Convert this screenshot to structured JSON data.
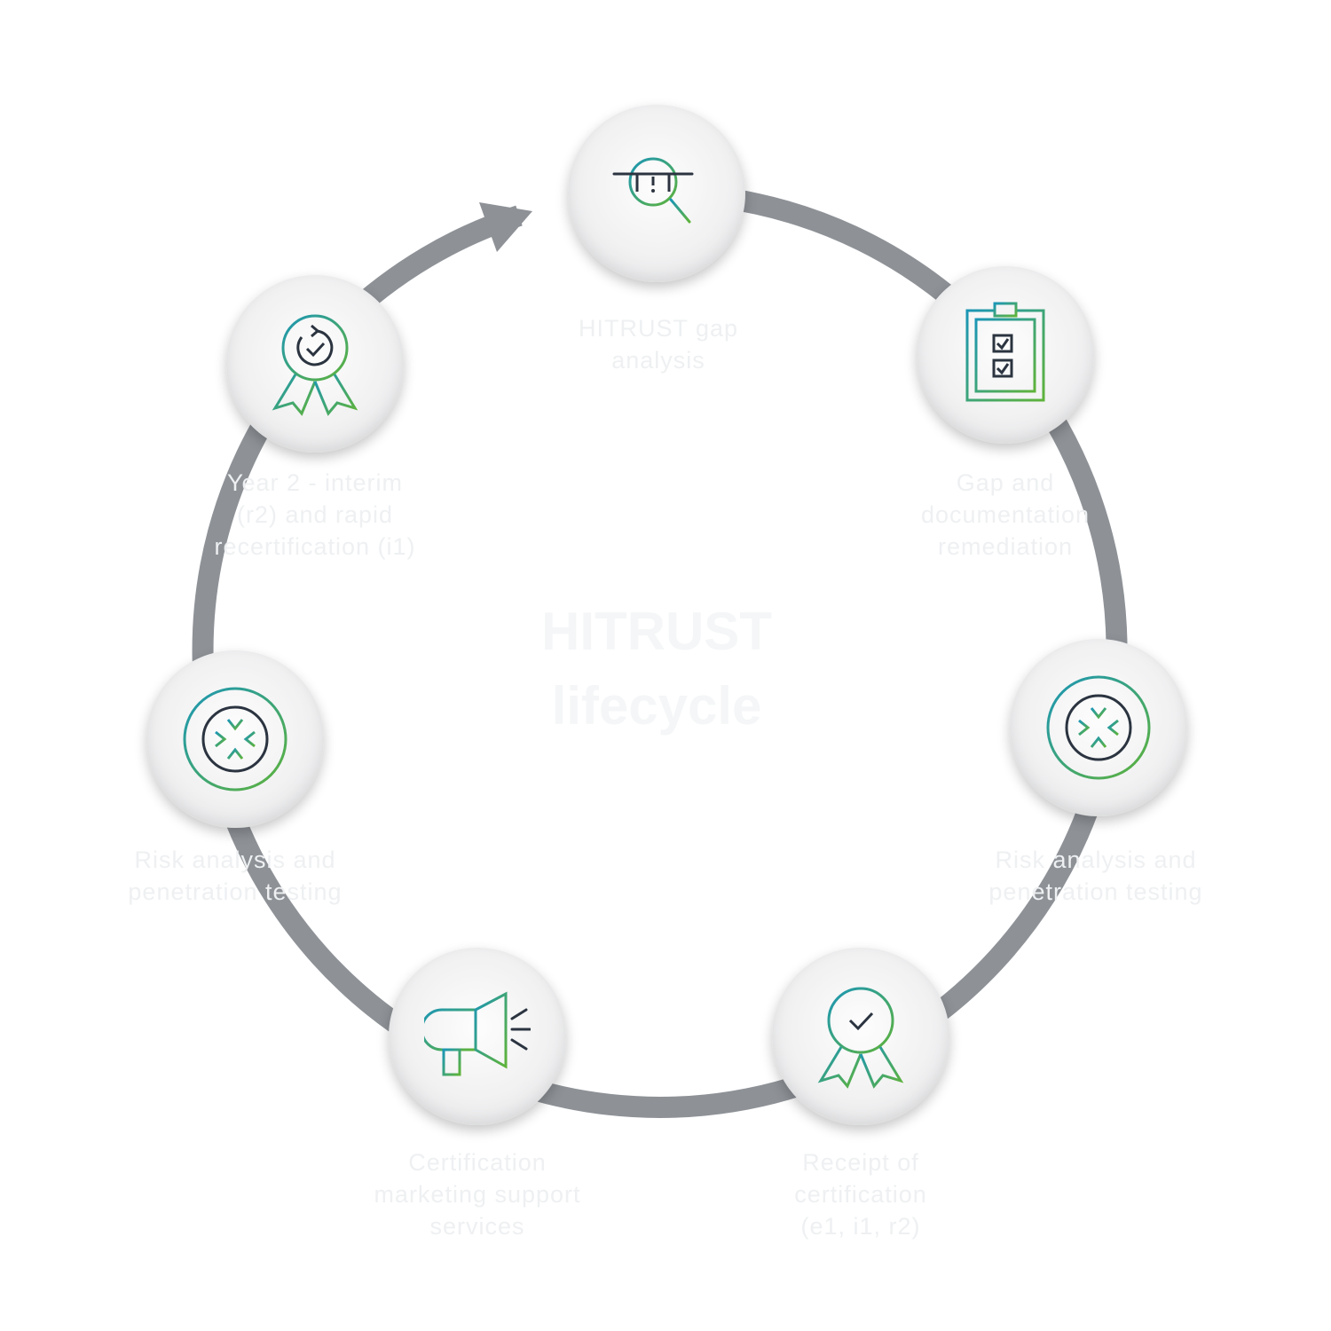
{
  "center_title": "HITRUST\nlifecycle",
  "steps": [
    {
      "label": "HITRUST gap\nanalysis",
      "icon": "magnifier-alert-icon"
    },
    {
      "label": "Gap and\ndocumentation\nremediation",
      "icon": "checklist-clipboard-icon"
    },
    {
      "label": "Risk analysis and\npenetration testing",
      "icon": "target-crosshair-icon"
    },
    {
      "label": "Receipt of\ncertification\n(e1, i1, r2)",
      "icon": "award-ribbon-icon"
    },
    {
      "label": "Certification\nmarketing support\nservices",
      "icon": "megaphone-icon"
    },
    {
      "label": "Risk analysis and\npenetration testing",
      "icon": "target-crosshair-icon"
    },
    {
      "label": "Year 2 - interim\n(r2) and rapid\nrecertification (i1)",
      "icon": "award-renewal-icon"
    }
  ],
  "colors": {
    "ring": "#8e9297",
    "icon_teal": "#1b96b6",
    "icon_green": "#5fb33a",
    "icon_dark": "#2b3440",
    "label": "#eef0f2"
  }
}
